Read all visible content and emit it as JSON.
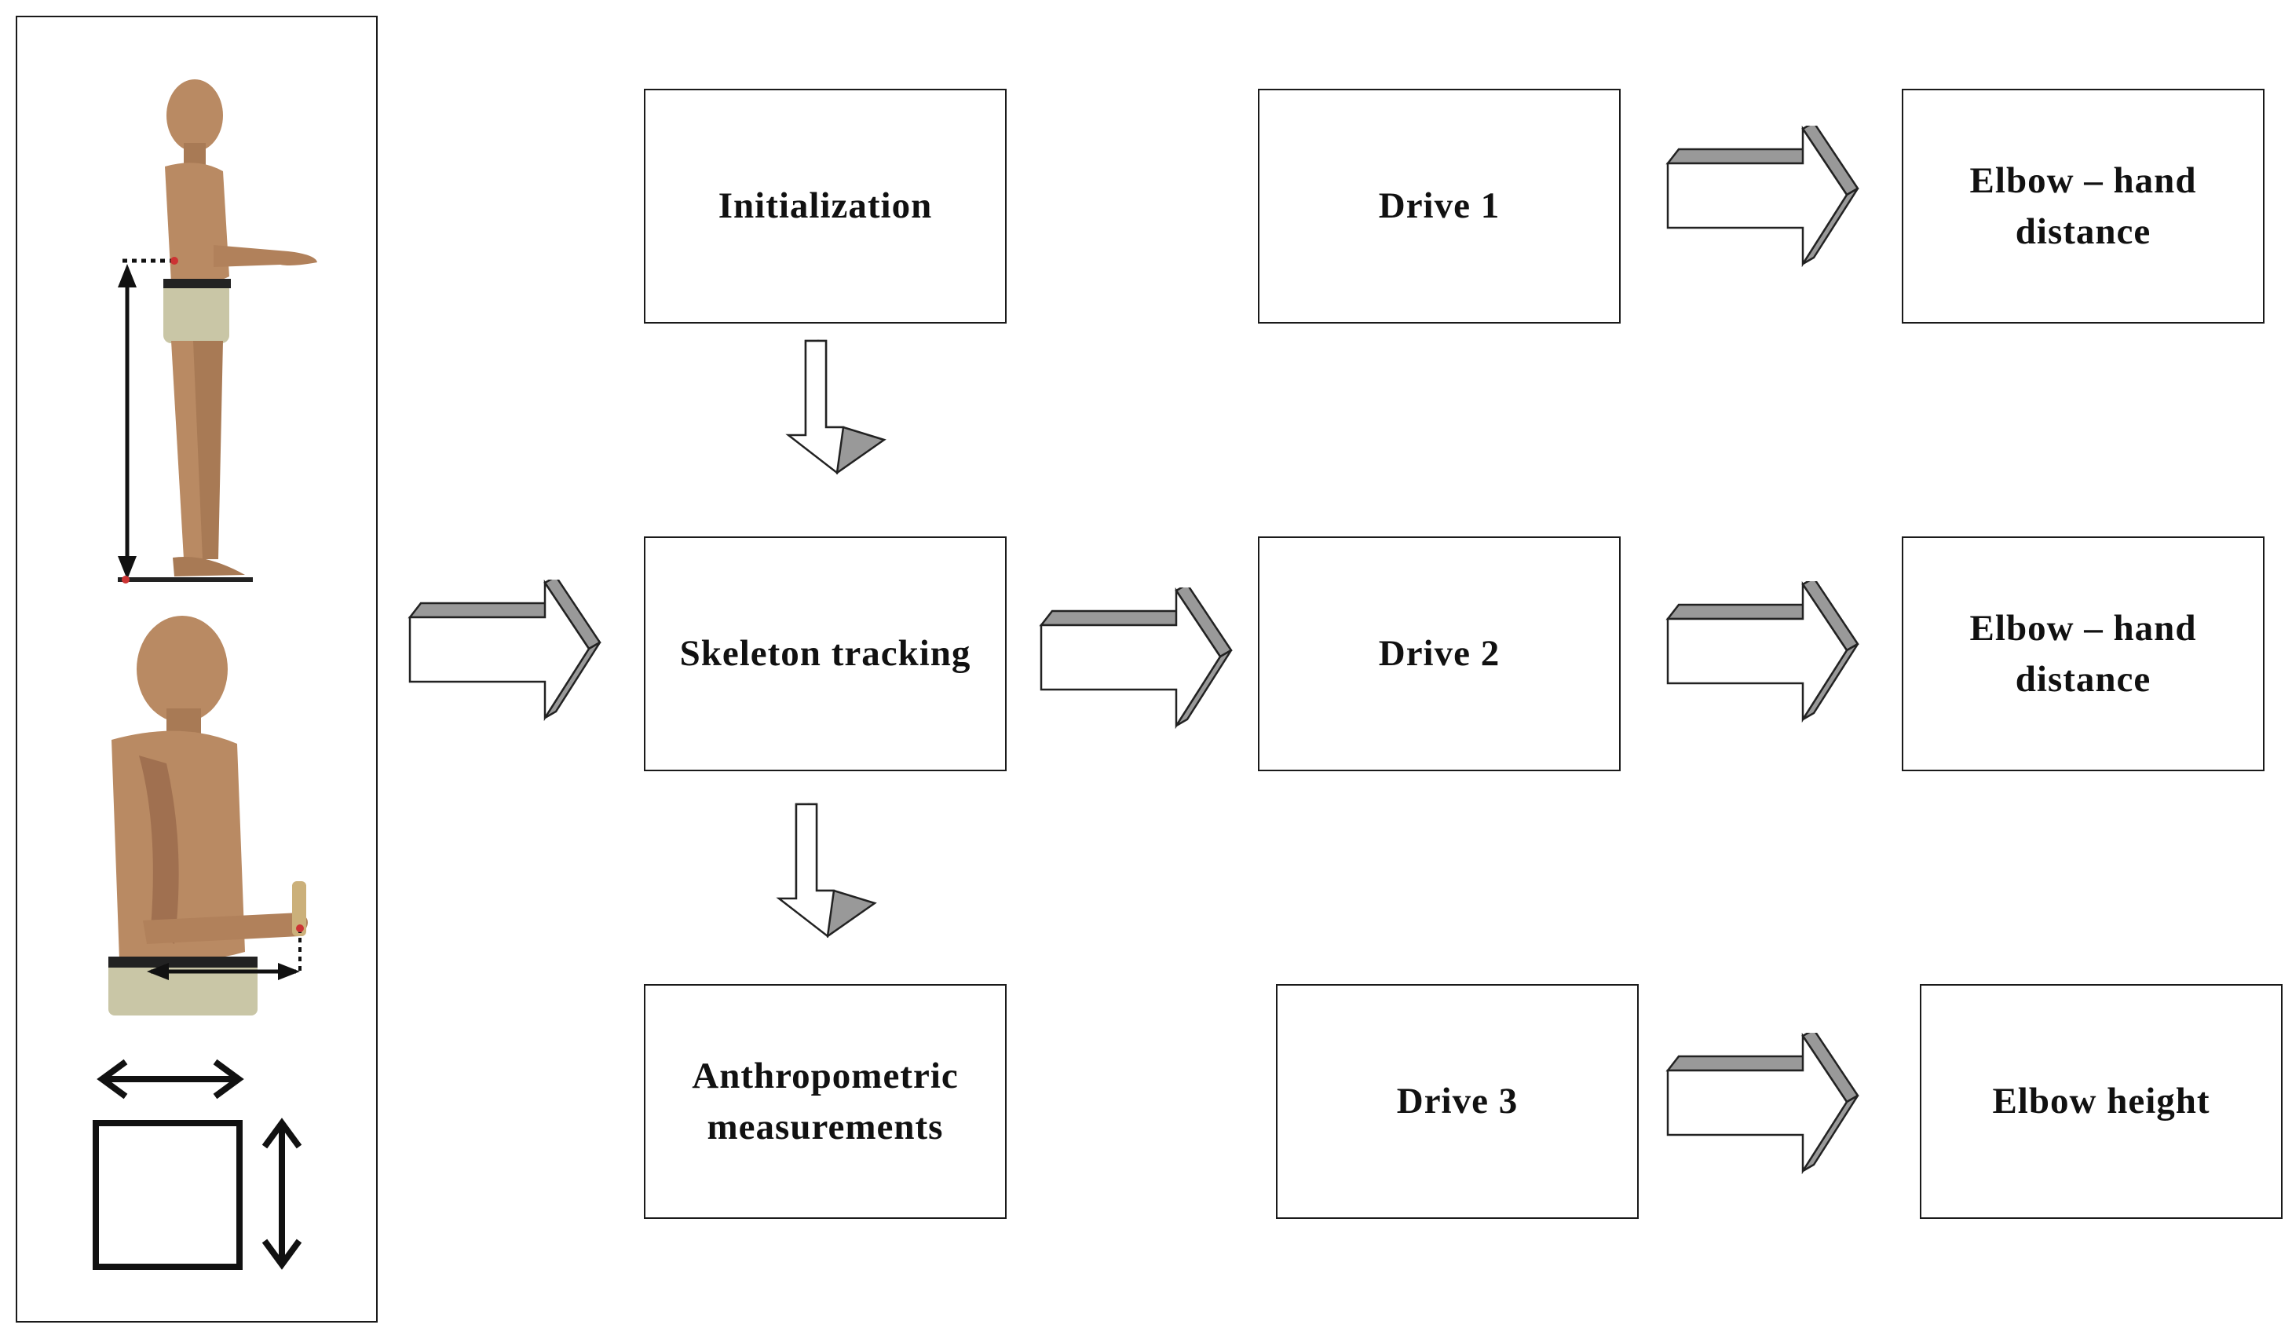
{
  "diagram": {
    "nodes": {
      "initialization": "Initialization",
      "skeleton_tracking": "Skeleton tracking",
      "anthropometric": "Anthropometric\nmeasurements",
      "drive1": "Drive 1",
      "drive2": "Drive 2",
      "drive3": "Drive 3",
      "out1": "Elbow – hand\ndistance",
      "out2": "Elbow – hand\ndistance",
      "out3": "Elbow height"
    },
    "edges": [
      {
        "from": "illustration-panel",
        "to": "skeleton_tracking",
        "direction": "right"
      },
      {
        "from": "initialization",
        "to": "skeleton_tracking",
        "direction": "down"
      },
      {
        "from": "skeleton_tracking",
        "to": "anthropometric",
        "direction": "down"
      },
      {
        "from": "skeleton_tracking",
        "to": "drive2",
        "direction": "right"
      },
      {
        "from": "drive1",
        "to": "out1",
        "direction": "right"
      },
      {
        "from": "drive2",
        "to": "out2",
        "direction": "right"
      },
      {
        "from": "drive3",
        "to": "out3",
        "direction": "right"
      }
    ],
    "colors": {
      "box_border": "#1a1a1a",
      "arrow_face": "#ffffff",
      "arrow_shade": "#999999",
      "skin": "#b98a63",
      "shorts": "#c9c6a6"
    }
  }
}
